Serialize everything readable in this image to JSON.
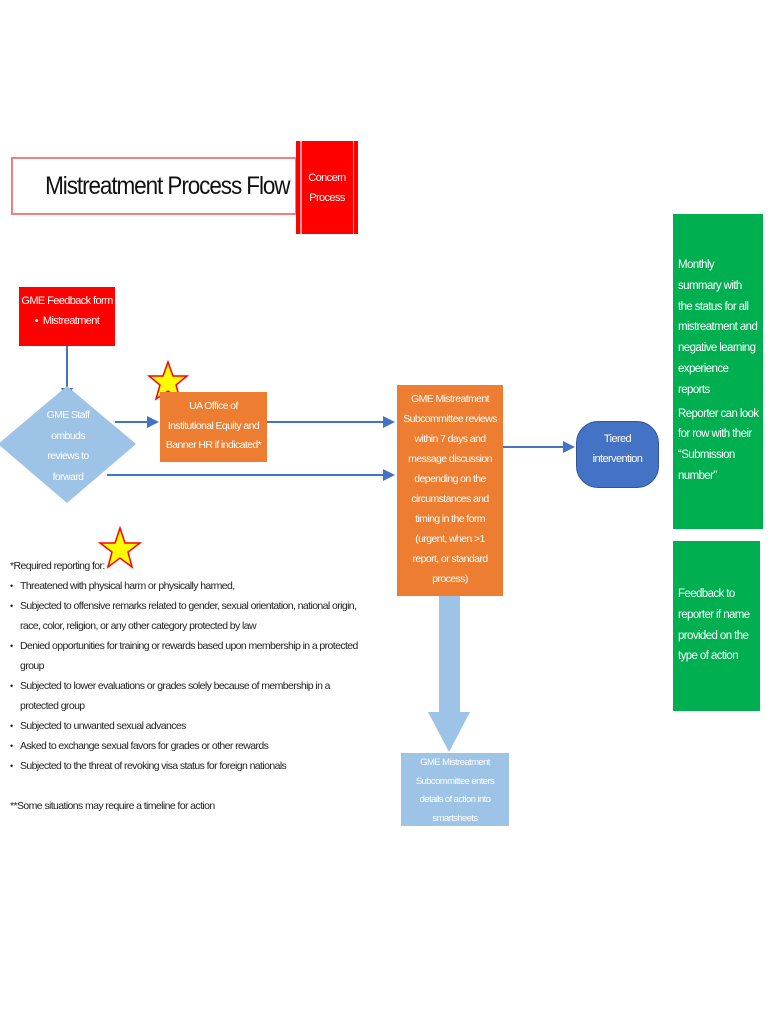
{
  "header": {
    "title": "Mistreatment Process Flow",
    "tag_line1": "Concern",
    "tag_line2": "Process"
  },
  "nodes": {
    "feedback_form": {
      "title": "GME Feedback form",
      "bullet": "Mistreatment"
    },
    "gme_staff": {
      "lines": [
        "GME Staff",
        "ombuds",
        "reviews to",
        "forward"
      ]
    },
    "ua_office": {
      "lines": [
        "UA Office of",
        "Institutional Equity and",
        "Banner HR if  indicated*"
      ]
    },
    "subcommittee": {
      "lines": [
        "GME Mistreatment",
        "Subcommittee reviews",
        "within 7 days and",
        "message discussion",
        "depending on the",
        "circumstances and",
        "timing in the form",
        "(urgent, when >1",
        "report, or standard",
        "process)"
      ]
    },
    "tiered": {
      "lines": [
        "Tiered",
        "intervention"
      ]
    },
    "smartsheets": {
      "lines": [
        "GME Mistreatment",
        "Subcommittee enters",
        "details of action into",
        "smartsheets"
      ]
    },
    "monthly_summary": {
      "para1": [
        "Monthly",
        "summary with",
        "the status for all",
        "mistreatment and",
        "negative learning",
        "experience",
        "reports"
      ],
      "para2": [
        "Reporter can look",
        "for row with their",
        "“Submission",
        "number”"
      ]
    },
    "feedback_reporter": {
      "lines": [
        "Feedback to",
        "reporter if name",
        "provided on the",
        "type of action"
      ]
    }
  },
  "notes": {
    "heading": "*Required reporting for:",
    "items": [
      "Threatened with physical harm or physically harmed,",
      "Subjected to offensive remarks related to gender, sexual orientation, national origin, race, color, religion, or any other category protected by law",
      "Denied opportunities for training or rewards based upon membership in a protected group",
      "Subjected to lower evaluations or grades solely because of membership in a protected group",
      "Subjected to unwanted sexual advances",
      "Asked to exchange sexual favors for grades or other rewards",
      "Subjected to the threat of revoking visa status for foreign nationals"
    ],
    "footnote": "**Some situations may require a timeline for action"
  },
  "icons": {
    "star_1": "star-icon",
    "star_2": "star-icon"
  },
  "colors": {
    "red": "#ff0000",
    "orange": "#ed7d31",
    "blue": "#4472c4",
    "light_blue": "#9dc3e6",
    "green": "#00b050",
    "star_fill": "#ffff00",
    "star_stroke": "#ff0000"
  }
}
